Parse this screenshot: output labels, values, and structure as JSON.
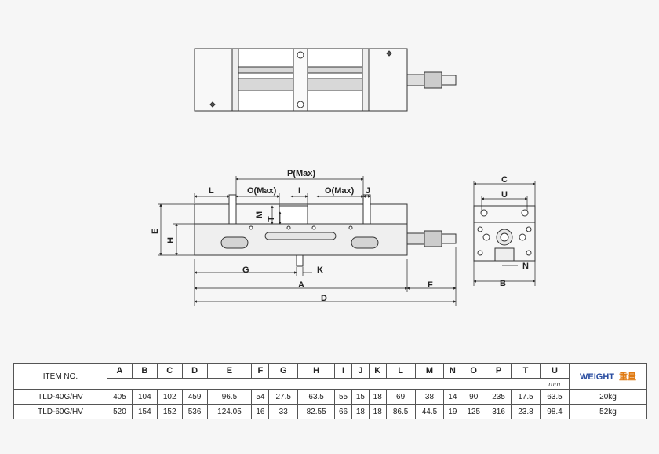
{
  "drawing": {
    "dimension_labels": {
      "P": "P(Max)",
      "L": "L",
      "O1": "O(Max)",
      "I": "I",
      "O2": "O(Max)",
      "J": "J",
      "M": "M",
      "T": "T",
      "E": "E",
      "H": "H",
      "G": "G",
      "K": "K",
      "A": "A",
      "F": "F",
      "D": "D",
      "C": "C",
      "U": "U",
      "N": "N",
      "B": "B"
    }
  },
  "table": {
    "item_header": "ITEM NO.",
    "columns": [
      "A",
      "B",
      "C",
      "D",
      "E",
      "F",
      "G",
      "H",
      "I",
      "J",
      "K",
      "L",
      "M",
      "N",
      "O",
      "P",
      "T",
      "U"
    ],
    "unit": "mm",
    "weight_header": "WEIGHT",
    "weight_header_cn": "重量",
    "rows": [
      {
        "item": "TLD-40G/HV",
        "values": [
          "405",
          "104",
          "102",
          "459",
          "96.5",
          "54",
          "27.5",
          "63.5",
          "55",
          "15",
          "18",
          "69",
          "38",
          "14",
          "90",
          "235",
          "17.5",
          "63.5"
        ],
        "weight": "20kg"
      },
      {
        "item": "TLD-60G/HV",
        "values": [
          "520",
          "154",
          "152",
          "536",
          "124.05",
          "16",
          "33",
          "82.55",
          "66",
          "18",
          "18",
          "86.5",
          "44.5",
          "19",
          "125",
          "316",
          "23.8",
          "98.4"
        ],
        "weight": "52kg"
      }
    ]
  }
}
